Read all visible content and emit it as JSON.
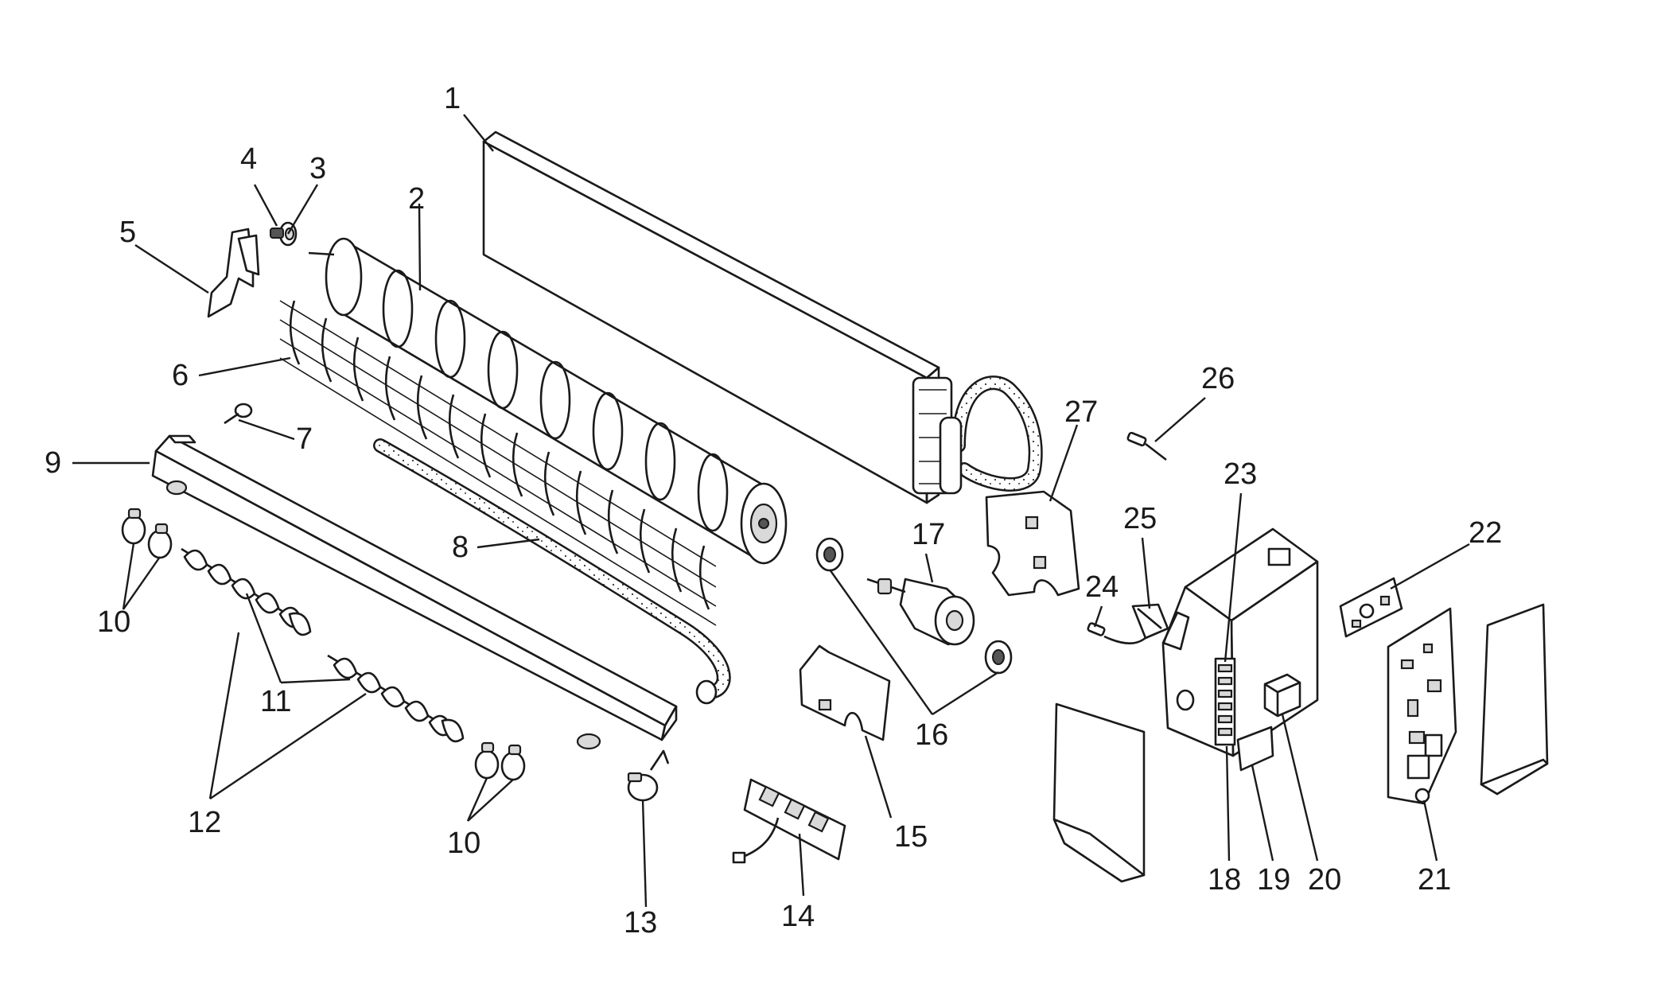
{
  "diagram": {
    "parts": [
      {
        "id": "evaporator",
        "label": "1"
      },
      {
        "id": "cross-flow-fan",
        "label": "2"
      },
      {
        "id": "bearing",
        "label": "3"
      },
      {
        "id": "bearing-rubber",
        "label": "4"
      },
      {
        "id": "bearing-holder",
        "label": "5"
      },
      {
        "id": "pipe-guard-grille",
        "label": "6"
      },
      {
        "id": "screw",
        "label": "7"
      },
      {
        "id": "drain-hose",
        "label": "8"
      },
      {
        "id": "drain-pan",
        "label": "9"
      },
      {
        "id": "louver-clips-left",
        "label": "10"
      },
      {
        "id": "louver-clips-right",
        "label": "10"
      },
      {
        "id": "louver-links",
        "label": "11"
      },
      {
        "id": "louvers",
        "label": "12"
      },
      {
        "id": "louver-motor",
        "label": "13"
      },
      {
        "id": "display-board",
        "label": "14"
      },
      {
        "id": "motor-clamp",
        "label": "15"
      },
      {
        "id": "motor-rubber-mounts",
        "label": "16"
      },
      {
        "id": "fan-motor",
        "label": "17"
      },
      {
        "id": "terminal-block",
        "label": "18"
      },
      {
        "id": "terminal-cover",
        "label": "19"
      },
      {
        "id": "capacitor",
        "label": "20"
      },
      {
        "id": "main-pcb",
        "label": "21"
      },
      {
        "id": "receiver-board",
        "label": "22"
      },
      {
        "id": "electrical-box",
        "label": "23"
      },
      {
        "id": "room-sensor",
        "label": "24"
      },
      {
        "id": "sensor-holder",
        "label": "25"
      },
      {
        "id": "pipe-sensor",
        "label": "26"
      },
      {
        "id": "motor-bracket",
        "label": "27"
      }
    ]
  }
}
